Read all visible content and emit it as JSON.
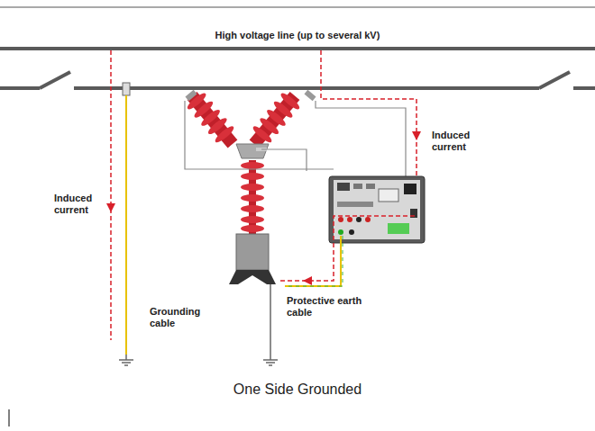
{
  "diagram": {
    "caption": "One Side Grounded",
    "labels": [
      "High voltage line (up to several kV)",
      "Induced current",
      "Induced current",
      "Grounding cable",
      "Protective earth cable"
    ]
  }
}
